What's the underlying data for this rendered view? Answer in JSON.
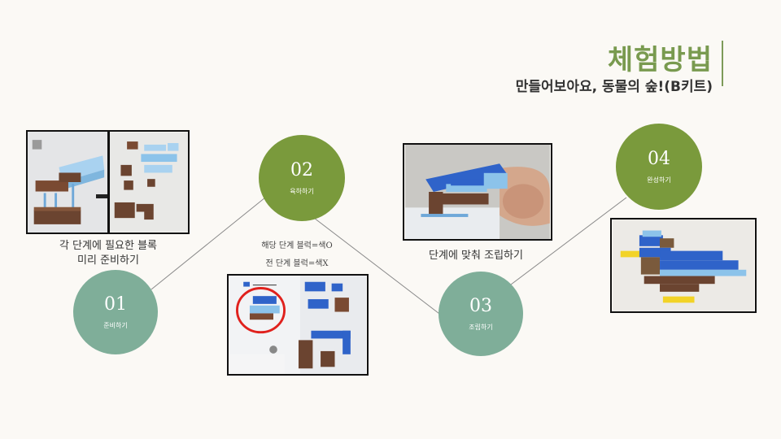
{
  "header": {
    "title": "체험방법",
    "subtitle": "만들어보아요, 동물의 숲!(B키트)"
  },
  "steps": [
    {
      "num": "01",
      "label": "준비하기",
      "caption_lines": [
        "각 단계에 필요한 블록",
        "미리 준비하기"
      ]
    },
    {
      "num": "02",
      "label": "육하하기",
      "note_lines": [
        "해당 단계 블럭=색O",
        "전 단계 블럭=색X"
      ]
    },
    {
      "num": "03",
      "label": "조립하기",
      "caption_lines": [
        "단계에 맞춰 조립하기"
      ]
    },
    {
      "num": "04",
      "label": "완성하기"
    }
  ],
  "colors": {
    "title": "#799a4f",
    "step_green": "#7a9a3c",
    "step_teal": "#7fae99",
    "block_blue": "#2f63c9",
    "block_light_blue": "#8cc3ea",
    "block_brown": "#6b4430"
  }
}
